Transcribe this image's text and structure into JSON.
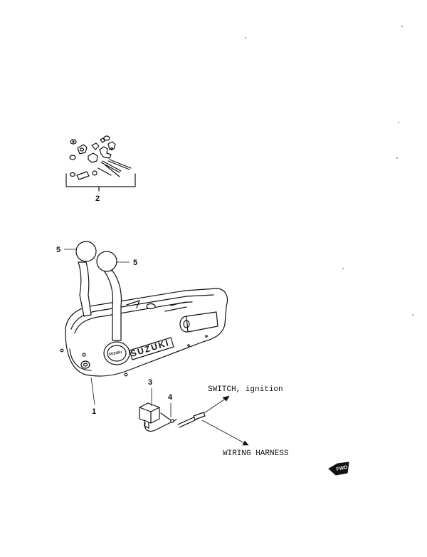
{
  "callouts": {
    "c1": "1",
    "c2": "2",
    "c3": "3",
    "c4": "4",
    "c5a": "5",
    "c5b": "5"
  },
  "labels": {
    "switch": "SWITCH, ignition",
    "harness": "WIRING HARNESS"
  },
  "branding": {
    "body_logo": "SUZUKI",
    "hub_logo": "SUZUKI"
  },
  "badge": {
    "text": "FWD"
  }
}
